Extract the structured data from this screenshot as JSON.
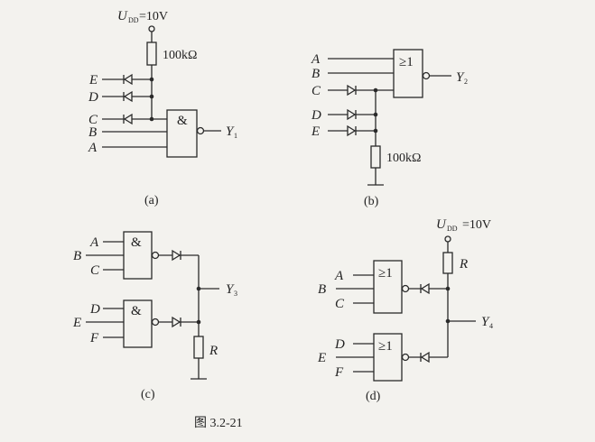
{
  "figure_caption": "图 3.2-21",
  "circuit_a": {
    "caption": "(a)",
    "supply_symbol": "U",
    "supply_subscript": "DD",
    "supply_value": "=10V",
    "resistor": "100kΩ",
    "gate": "&",
    "inputs": [
      "E",
      "D",
      "C",
      "B",
      "A"
    ],
    "output": "Y",
    "output_subscript": "1"
  },
  "circuit_b": {
    "caption": "(b)",
    "resistor": "100kΩ",
    "gate": "≥1",
    "inputs": [
      "A",
      "B",
      "C",
      "D",
      "E"
    ],
    "output": "Y",
    "output_subscript": "2"
  },
  "circuit_c": {
    "caption": "(c)",
    "resistor": "R",
    "gate1": "&",
    "gate2": "&",
    "inputs": [
      "A",
      "B",
      "C",
      "D",
      "E",
      "F"
    ],
    "output": "Y",
    "output_subscript": "3"
  },
  "circuit_d": {
    "caption": "(d)",
    "supply_symbol": "U",
    "supply_subscript": "DD",
    "supply_value": "=10V",
    "resistor": "R",
    "gate1": "≥1",
    "gate2": "≥1",
    "inputs": [
      "A",
      "B",
      "C",
      "D",
      "E",
      "F"
    ],
    "output": "Y",
    "output_subscript": "4"
  }
}
